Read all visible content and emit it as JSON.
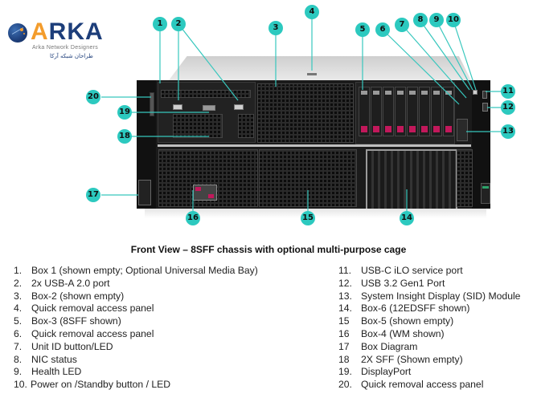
{
  "logo": {
    "brand_first_letter": "A",
    "brand_rest": "RKA",
    "tagline": "Arka Network Designers",
    "tagline_fa": "طراحان شبکه آرکا",
    "colors": {
      "orange": "#f39c2c",
      "navy": "#1d3e7a"
    }
  },
  "callout_color": "#2cc9bf",
  "callouts": [
    "1",
    "2",
    "3",
    "4",
    "5",
    "6",
    "7",
    "8",
    "9",
    "10",
    "11",
    "12",
    "13",
    "14",
    "15",
    "16",
    "17",
    "18",
    "19",
    "20"
  ],
  "caption": "Front View – 8SFF chassis with optional multi-purpose cage",
  "legend_left": [
    {
      "num": "1.",
      "text": "Box 1 (shown empty; Optional Universal Media Bay)"
    },
    {
      "num": "2.",
      "text": "2x USB-A 2.0 port"
    },
    {
      "num": "3.",
      "text": "Box-2 (shown empty)"
    },
    {
      "num": "4.",
      "text": "Quick removal access panel"
    },
    {
      "num": "5.",
      "text": "Box-3 (8SFF shown)"
    },
    {
      "num": "6.",
      "text": "Quick removal access panel"
    },
    {
      "num": "7.",
      "text": "Unit ID button/LED"
    },
    {
      "num": "8.",
      "text": "NIC status"
    },
    {
      "num": "9.",
      "text": "Health LED"
    },
    {
      "num": "10.",
      "text": "Power on /Standby button / LED"
    }
  ],
  "legend_right": [
    {
      "num": "11.",
      "text": "USB-C iLO service port"
    },
    {
      "num": "12.",
      "text": "USB 3.2 Gen1 Port"
    },
    {
      "num": "13.",
      "text": "System Insight Display (SID) Module"
    },
    {
      "num": "14.",
      "text": "Box-6 (12EDSFF shown)"
    },
    {
      "num": "15",
      "text": "Box-5 (shown empty)"
    },
    {
      "num": "16",
      "text": "Box-4 (WM shown)"
    },
    {
      "num": "17",
      "text": "Box Diagram"
    },
    {
      "num": "18",
      "text": "2X SFF (Shown empty)"
    },
    {
      "num": "19.",
      "text": "DisplayPort"
    },
    {
      "num": "20.",
      "text": "Quick removal access panel"
    }
  ]
}
